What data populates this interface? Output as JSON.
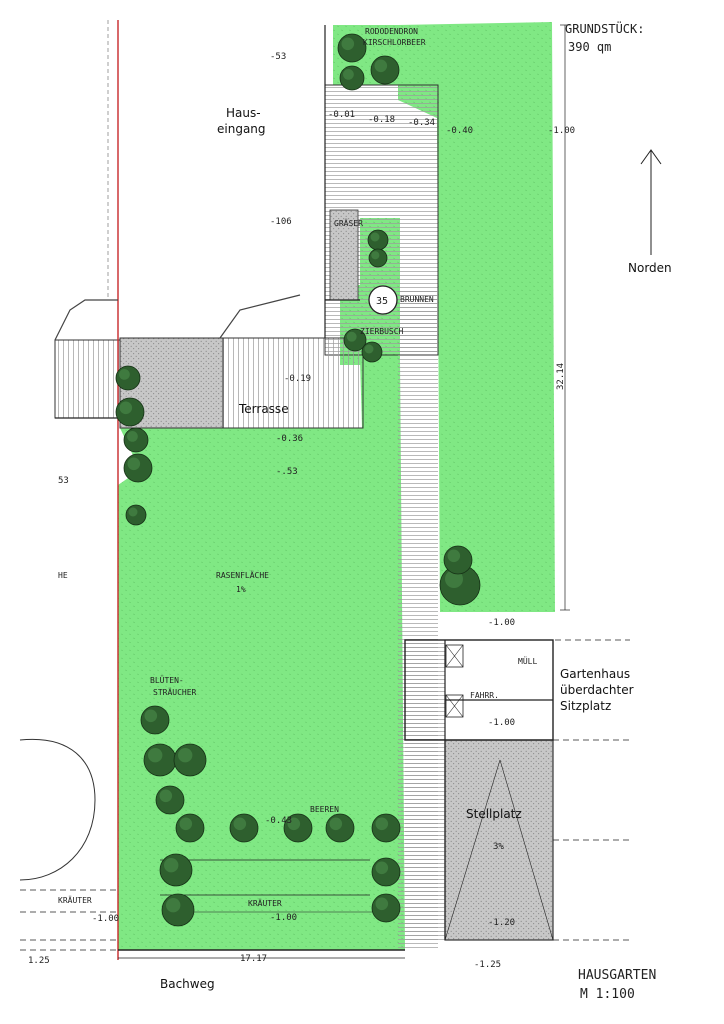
{
  "labels": {
    "hauseingang_1": "Haus-",
    "hauseingang_2": "eingang",
    "terrasse": "Terrasse",
    "norden": "Norden",
    "gartenhaus_1": "Gartenhaus",
    "gartenhaus_2": "überdachter",
    "gartenhaus_3": "Sitzplatz",
    "stellplatz": "Stellplatz",
    "bachweg": "Bachweg"
  },
  "handwritten": {
    "grundstueck_1": "GRUNDSTÜCK:",
    "grundstueck_2": "390 qm",
    "rhododendron": "RODODENDRON",
    "kirschlorbeer": "KIRSCHLORBEER",
    "graeser": "GRÄSER",
    "brunnen": "BRUNNEN",
    "zierbusch": "ZIERBUSCH",
    "rasenflaeche_1": "RASENFLÄCHE",
    "rasenflaeche_2": "1%",
    "bluetenstraeucher_1": "BLÜTEN-",
    "bluetenstraeucher_2": "STRÄUCHER",
    "beeren": "BEEREN",
    "kraeuter_1": "KRÄUTER",
    "kraeuter_2": "KRÄUTER",
    "muell": "MÜLL",
    "fahrrad": "FAHRR.",
    "brunnen_symbol": "35",
    "he": "HE",
    "stellplatz_gefaelle": "3%",
    "titel_1": "HAUSGARTEN",
    "titel_2": "M 1:100"
  },
  "levels": {
    "l_053_top": "-53",
    "l_001": "-0.01",
    "l_018": "-0.18",
    "l_034": "-0.34",
    "l_040": "-0.40",
    "l_100_right": "-1.00",
    "l_106": "-106",
    "l_019": "-0.19",
    "l_036": "-0.36",
    "l_053_mid": "-.53",
    "l_53_left": "53",
    "l_100_a": "-1.00",
    "l_100_b": "-1.00",
    "l_043": "-0.43",
    "l_100_c": "-1.00",
    "l_100_d": "-1.00",
    "l_120": "-1.20",
    "l_125_left": "1.25",
    "l_125_right": "-1.25"
  },
  "dimensions": {
    "width": "17.17",
    "length": "32.14"
  },
  "colors": {
    "lawn": "#7fe883",
    "paving": "#cfcfcf",
    "tree": "#2e5f2e",
    "line": "#222222",
    "property_line": "#c8292b"
  }
}
